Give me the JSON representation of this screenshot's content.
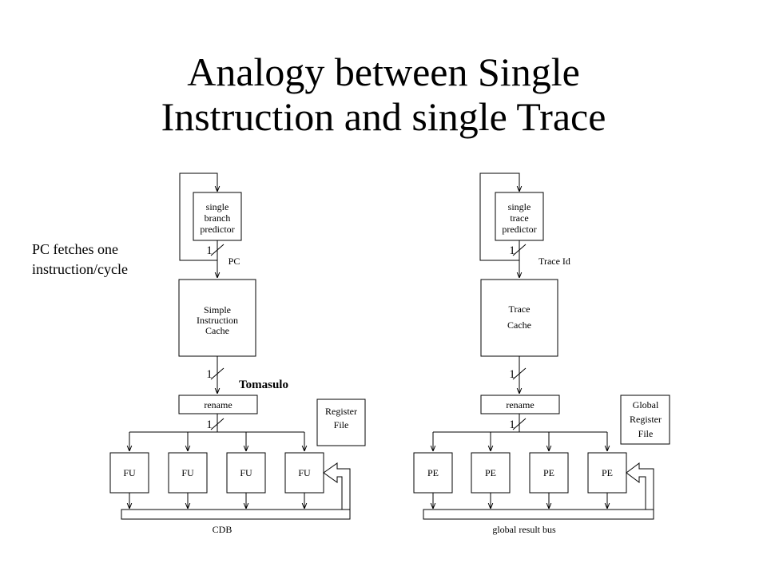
{
  "slide": {
    "title_line1": "Analogy between Single",
    "title_line2": "Instruction and single Trace",
    "note_line1": "PC fetches one",
    "note_line2": "instruction/cycle",
    "tomasulo_label": "Tomasulo"
  },
  "left_diagram": {
    "predictor": [
      "single",
      "branch",
      "predictor"
    ],
    "fetch_width_1": "1",
    "pc_label": "PC",
    "cache": [
      "Simple",
      "Instruction",
      "Cache"
    ],
    "fetch_width_2": "1",
    "rename": "rename",
    "fetch_width_3": "1",
    "regfile": [
      "Register",
      "File"
    ],
    "units": [
      "FU",
      "FU",
      "FU",
      "FU"
    ],
    "bus": "CDB"
  },
  "right_diagram": {
    "predictor": [
      "single",
      "trace",
      "predictor"
    ],
    "fetch_width_1": "1",
    "pc_label": "Trace Id",
    "cache": [
      "Trace",
      "Cache"
    ],
    "fetch_width_2": "1",
    "rename": "rename",
    "fetch_width_3": "1",
    "regfile": [
      "Global",
      "Register",
      "File"
    ],
    "units": [
      "PE",
      "PE",
      "PE",
      "PE"
    ],
    "bus": "global result bus"
  }
}
